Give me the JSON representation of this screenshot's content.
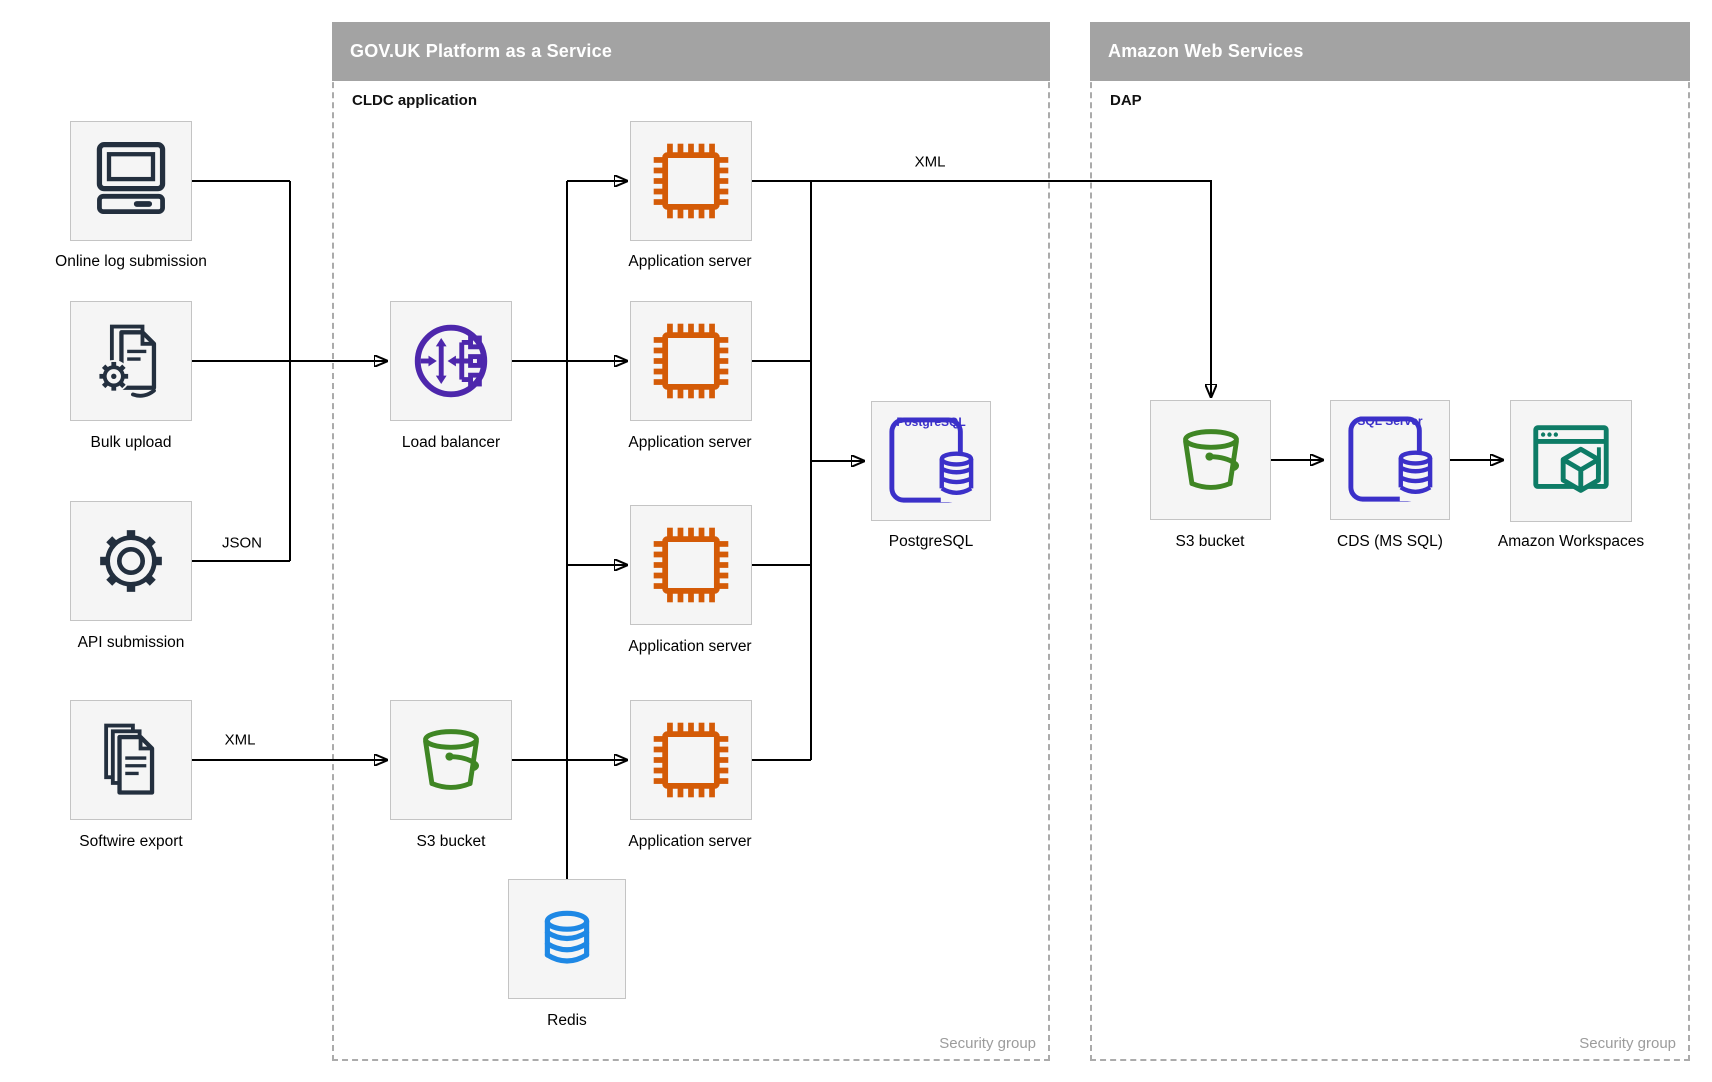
{
  "containers": {
    "paas": {
      "title": "GOV.UK Platform as a Service",
      "sublabel": "CLDC application",
      "security_label": "Security group"
    },
    "aws": {
      "title": "Amazon Web Services",
      "sublabel": "DAP",
      "security_label": "Security group"
    }
  },
  "nodes": {
    "online_log": {
      "label": "Online log submission",
      "icon": "computer-icon"
    },
    "bulk_upload": {
      "label": "Bulk upload",
      "icon": "document-gear-icon"
    },
    "api_submission": {
      "label": "API submission",
      "icon": "gear-icon"
    },
    "softwire_export": {
      "label": "Softwire export",
      "icon": "documents-stack-icon"
    },
    "load_balancer": {
      "label": "Load balancer",
      "icon": "load-balancer-icon"
    },
    "app_server_1": {
      "label": "Application server",
      "icon": "chip-icon"
    },
    "app_server_2": {
      "label": "Application server",
      "icon": "chip-icon"
    },
    "app_server_3": {
      "label": "Application server",
      "icon": "chip-icon"
    },
    "app_server_4": {
      "label": "Application server",
      "icon": "chip-icon"
    },
    "postgresql": {
      "label": "PostgreSQL",
      "badge": "PostgreSQL",
      "icon": "postgresql-database-icon"
    },
    "s3_bucket_paas": {
      "label": "S3 bucket",
      "icon": "s3-bucket-icon"
    },
    "redis": {
      "label": "Redis",
      "icon": "database-cylinder-icon"
    },
    "s3_bucket_aws": {
      "label": "S3 bucket",
      "icon": "s3-bucket-icon"
    },
    "cds": {
      "label": "CDS (MS SQL)",
      "badge": "SQL Server",
      "icon": "sql-server-database-icon"
    },
    "amazon_workspaces": {
      "label": "Amazon Workspaces",
      "icon": "workspaces-icon"
    }
  },
  "edge_labels": {
    "api_to_lb": "JSON",
    "softwire_to_s3": "XML",
    "appserver_to_aws": "XML"
  },
  "edges": [
    {
      "from": "online_log",
      "to": "load_balancer"
    },
    {
      "from": "bulk_upload",
      "to": "load_balancer"
    },
    {
      "from": "api_submission",
      "to": "load_balancer",
      "label": "JSON"
    },
    {
      "from": "softwire_export",
      "to": "s3_bucket_paas",
      "label": "XML"
    },
    {
      "from": "load_balancer",
      "to": "app_server_1"
    },
    {
      "from": "load_balancer",
      "to": "app_server_2"
    },
    {
      "from": "load_balancer",
      "to": "app_server_3"
    },
    {
      "from": "load_balancer",
      "to": "app_server_4"
    },
    {
      "from": "s3_bucket_paas",
      "to": "app_server_4"
    },
    {
      "from": "app_servers",
      "to": "postgresql"
    },
    {
      "from": "app_servers",
      "to": "redis"
    },
    {
      "from": "app_server_1",
      "to": "s3_bucket_aws",
      "label": "XML"
    },
    {
      "from": "s3_bucket_aws",
      "to": "cds"
    },
    {
      "from": "cds",
      "to": "amazon_workspaces"
    }
  ],
  "colors": {
    "header_gray": "#A3A3A3",
    "dashed_border": "#ABABAB",
    "node_fill": "#F5F5F5",
    "node_border": "#C4C4C4",
    "source_icon_dark": "#232F3E",
    "load_balancer_purple": "#4D27AC",
    "app_server_orange": "#D45B07",
    "database_indigo": "#3B30C9",
    "s3_green": "#3F8624",
    "redis_blue": "#1E88E5",
    "workspaces_teal": "#0E7C66",
    "security_label_gray": "#9C9C9C"
  }
}
